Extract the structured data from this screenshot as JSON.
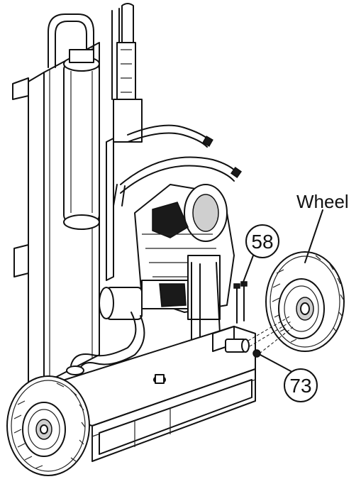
{
  "labels": {
    "wheel": "Wheel",
    "part_58": "58",
    "part_73": "73"
  },
  "colors": {
    "line": "#111111",
    "background": "#ffffff"
  }
}
